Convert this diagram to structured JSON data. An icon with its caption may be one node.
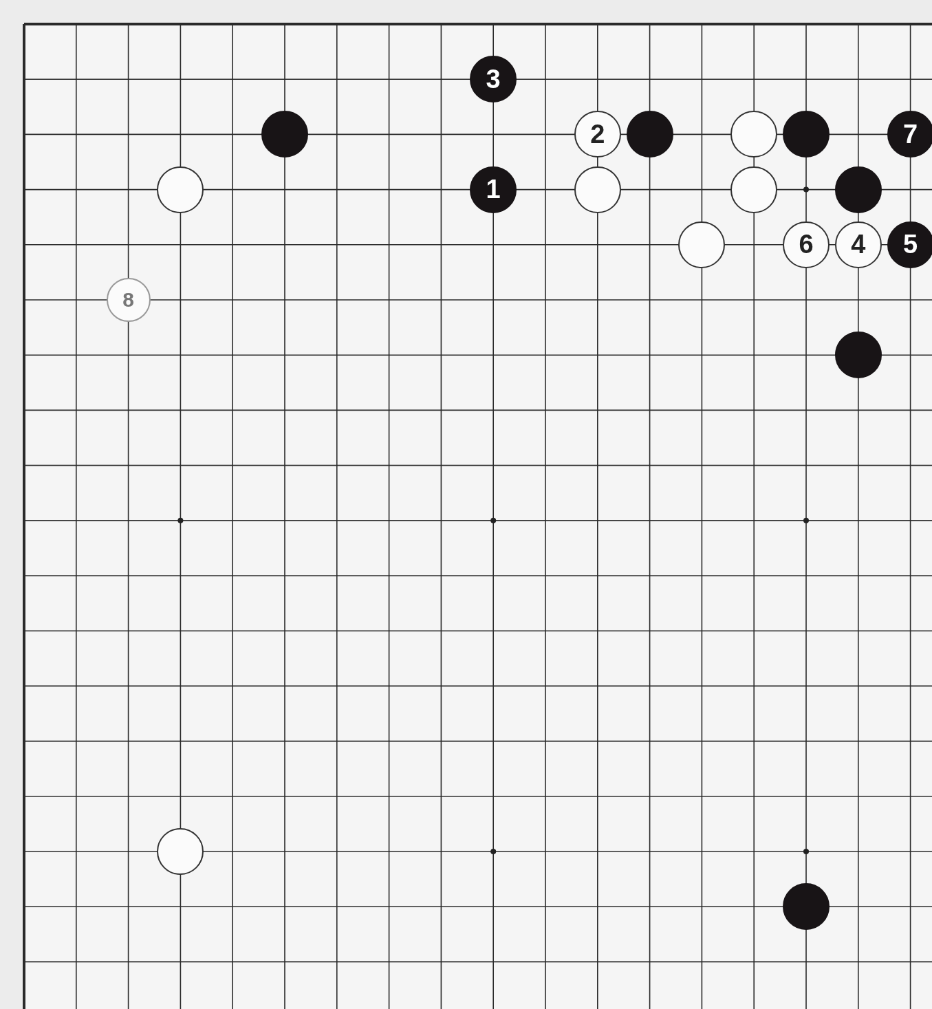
{
  "diagram": {
    "nodes": [
      {
        "text": [
          "3"
        ]
      },
      {
        "text": [],
        "shape": "circle"
      },
      {
        "text": [
          "2"
        ]
      },
      {
        "text": [],
        "shape": "circle"
      },
      {
        "text": [],
        "shape": "circle"
      },
      {
        "text": [],
        "shape": "circle"
      },
      {
        "text": [
          "7"
        ]
      },
      {
        "text": [],
        "shape": "circle"
      },
      {
        "text": [
          "1"
        ]
      },
      {
        "text": [],
        "shape": "circle"
      },
      {
        "text": [],
        "shape": "circle"
      },
      {
        "text": [],
        "shape": "circle"
      },
      {
        "text": [],
        "shape": "circle"
      },
      {
        "text": [
          "6"
        ]
      },
      {
        "text": [
          "4"
        ]
      },
      {
        "text": [
          "5"
        ]
      },
      {
        "text": [
          "8"
        ]
      },
      {
        "text": [],
        "shape": "circle"
      },
      {
        "text": [],
        "shape": "circle"
      },
      {
        "text": [],
        "shape": "circle"
      }
    ]
  }
}
